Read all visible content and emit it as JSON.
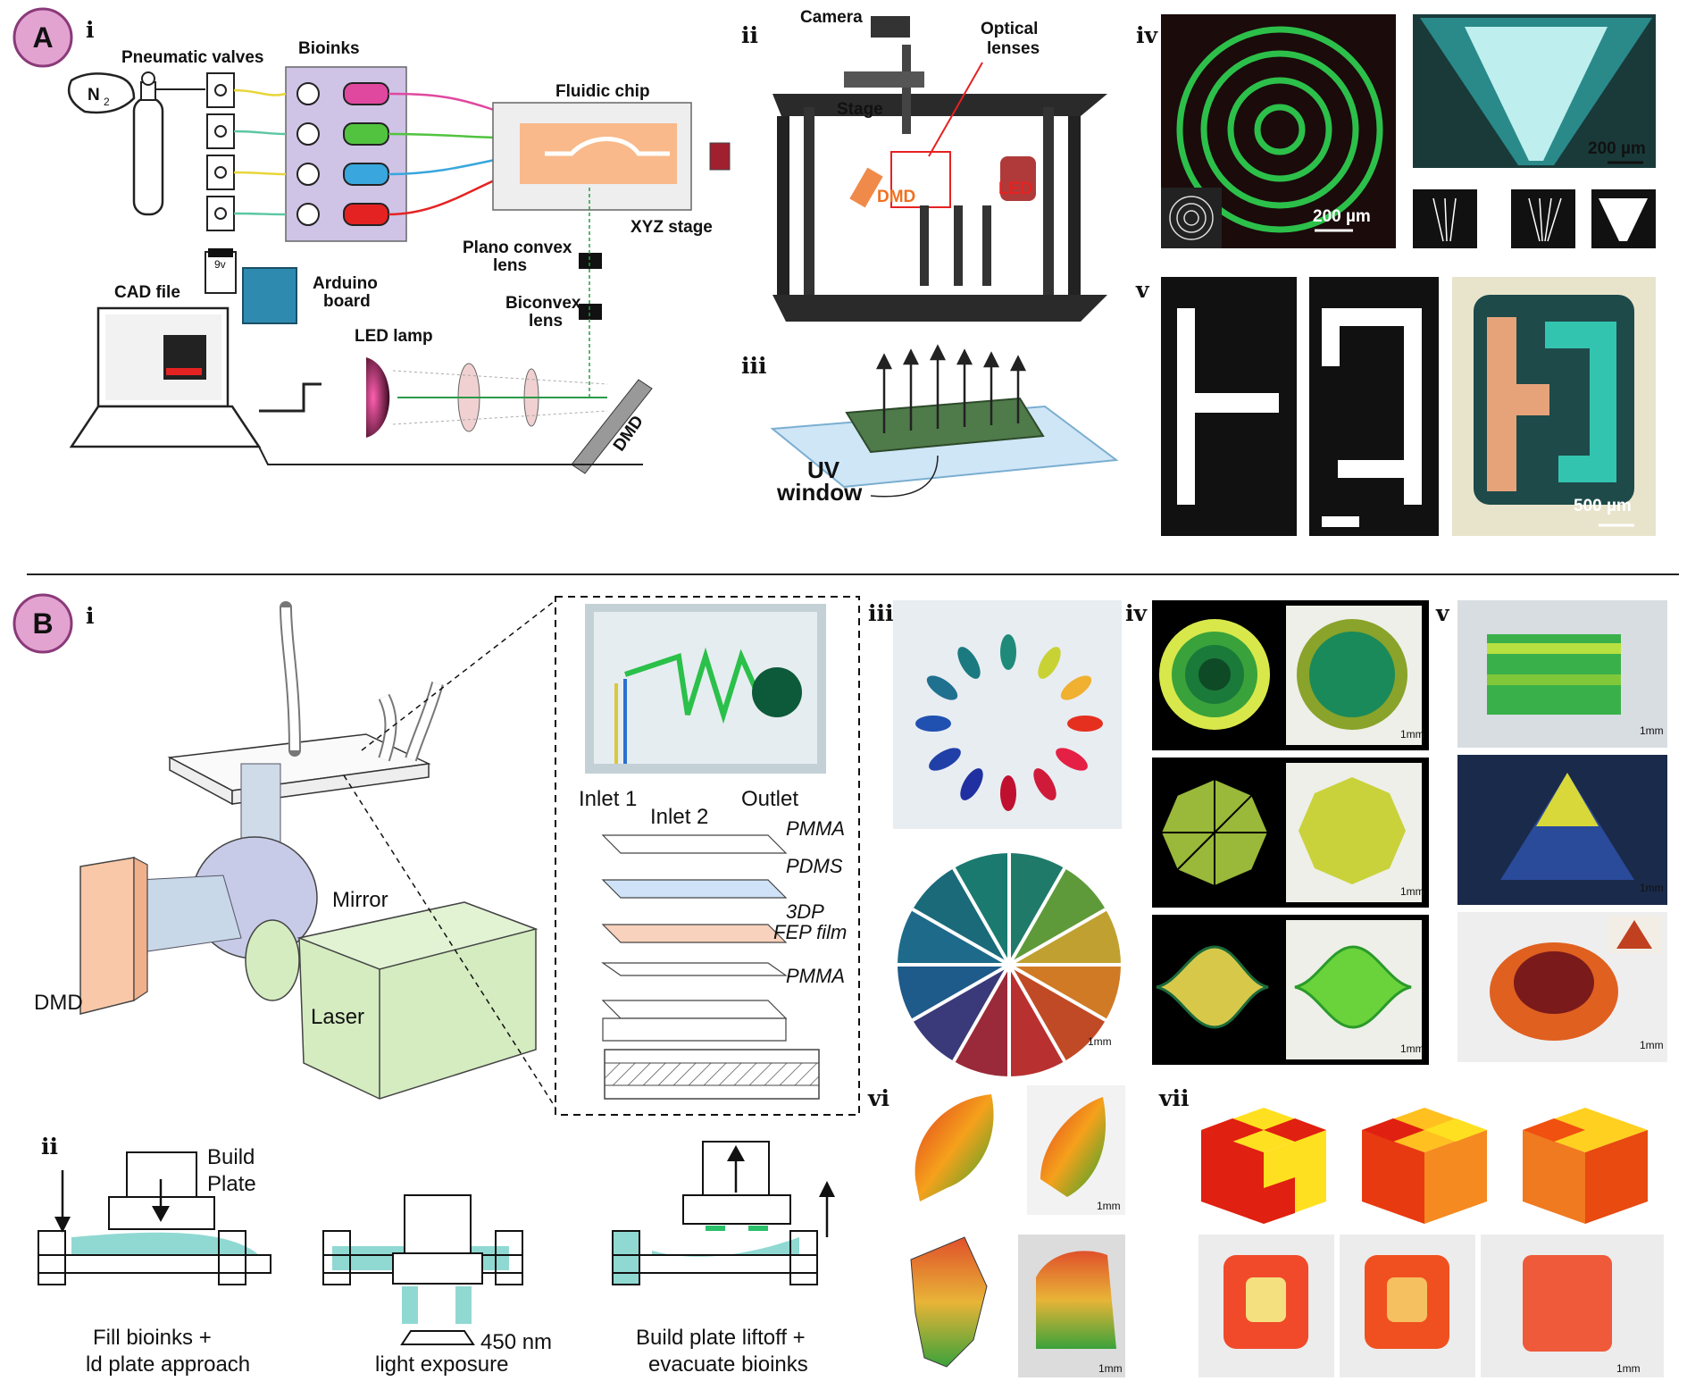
{
  "panelA": {
    "badge": "A",
    "subpanels": {
      "i": "i",
      "ii": "ii",
      "iii": "iii",
      "iv": "iv",
      "v": "v"
    },
    "labels": {
      "pneumatic_valves": "Pneumatic valves",
      "bioinks": "Bioinks",
      "n2": "N",
      "n2_sub": "2",
      "fluidic_chip": "Fluidic chip",
      "xyz_stage": "XYZ stage",
      "plano_convex_1": "Plano convex",
      "plano_convex_2": "lens",
      "biconvex_1": "Biconvex",
      "biconvex_2": "lens",
      "cad_file": "CAD file",
      "arduino_1": "Arduino",
      "arduino_2": "board",
      "led_lamp": "LED lamp",
      "dmd": "DMD",
      "battery": "9v",
      "camera": "Camera",
      "optical_1": "Optical",
      "optical_2": "lenses",
      "stage": "Stage",
      "dmd_ii": "DMD",
      "led_ii": "LED",
      "uv_1": "UV",
      "uv_2": "window"
    },
    "scalebars": {
      "iv_a": "200 µm",
      "iv_b": "200 µm",
      "v": "500 µm"
    }
  },
  "panelB": {
    "badge": "B",
    "subpanels": {
      "i": "i",
      "ii": "ii",
      "iii": "iii",
      "iv": "iv",
      "v": "v",
      "vi": "vi",
      "vii": "vii"
    },
    "labels": {
      "mirror": "Mirror",
      "dmd": "DMD",
      "laser": "Laser",
      "inlet1": "Inlet 1",
      "inlet2": "Inlet 2",
      "outlet": "Outlet",
      "pmma_top": "PMMA",
      "pdms": "PDMS",
      "3dp": "3DP",
      "fep": "FEP film",
      "pmma_bottom": "PMMA",
      "build_1": "Build",
      "build_2": "Plate",
      "nm": "450 nm",
      "step1_a": "Fill bioinks +",
      "step1_b": "ld plate approach",
      "step2": "light exposure",
      "step3_a": "Build plate liftoff +",
      "step3_b": "evacuate bioinks"
    },
    "scalebar": "1mm"
  },
  "colors": {
    "badge_fill": "#e3a3d0",
    "badge_stroke": "#8a3a7a",
    "bioink_box": "#cfc3e6",
    "chip_orange": "#f9b98a",
    "ink_pink": "#e0489f",
    "ink_green": "#52c33f",
    "ink_blue": "#39a6dd",
    "ink_red": "#e52222",
    "cyan": "#8fd9d2",
    "dmd_b": "#f9c8a8",
    "laser_b": "#d4ecc0",
    "mirror_b": "#c8cbe8"
  }
}
